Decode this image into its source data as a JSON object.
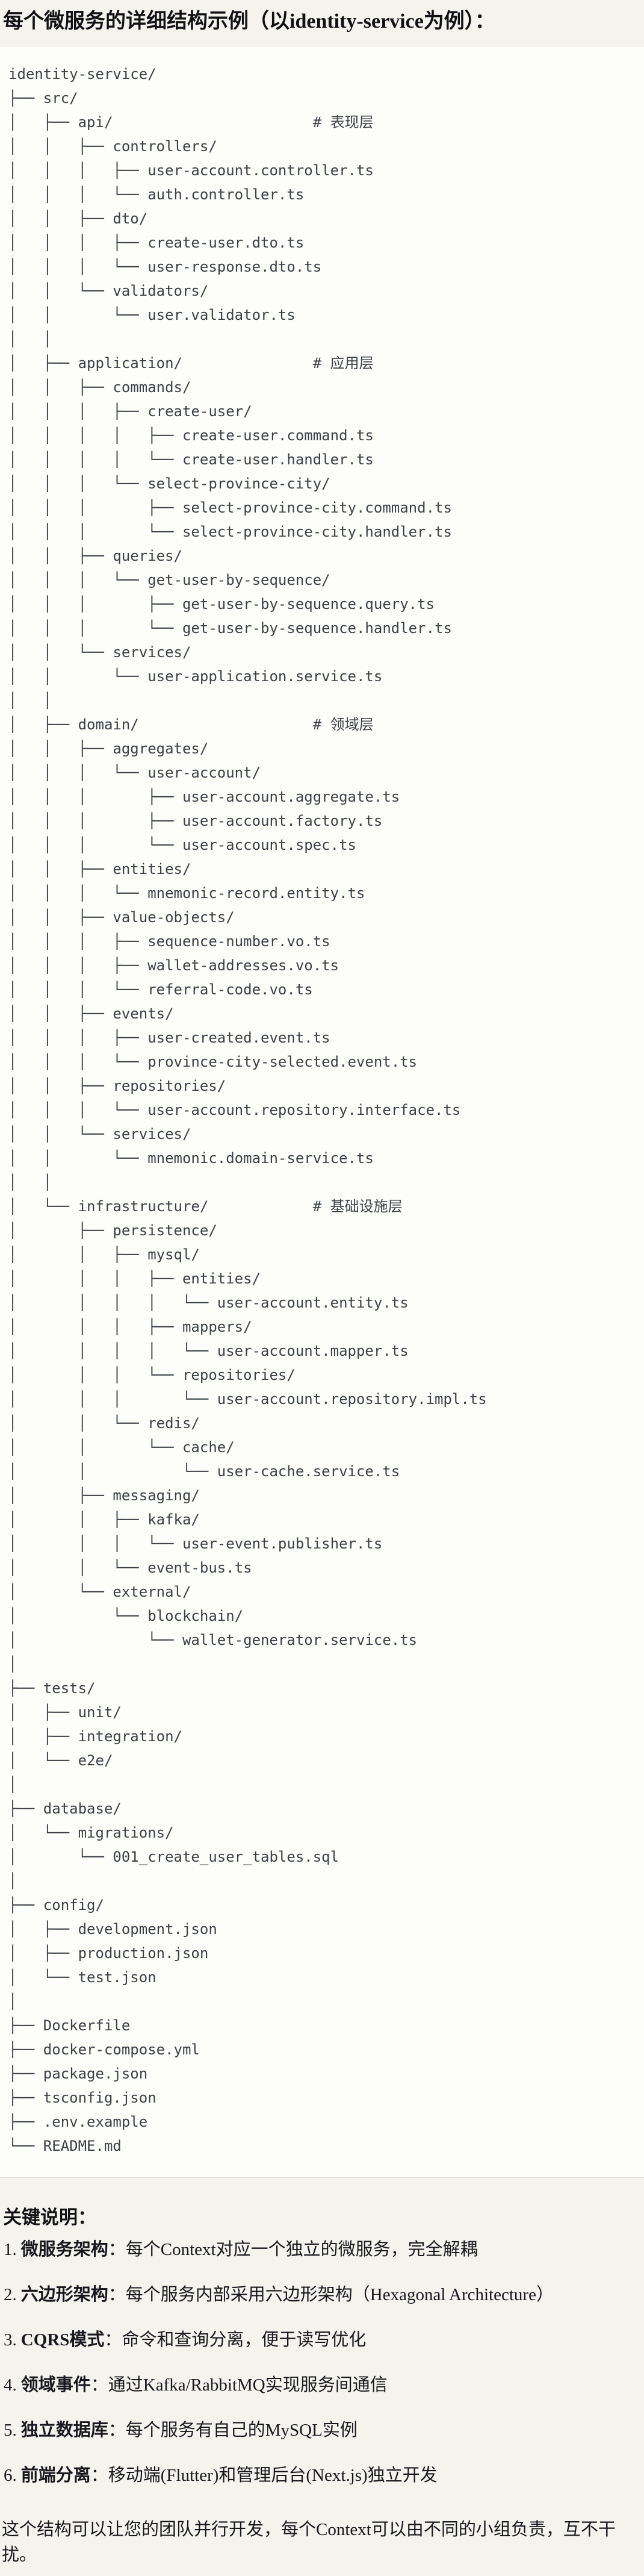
{
  "title": "每个微服务的详细结构示例（以identity-service为例）：",
  "tree": {
    "lines": [
      "identity-service/",
      "├── src/",
      "│   ├── api/                       # 表现层",
      "│   │   ├── controllers/",
      "│   │   │   ├── user-account.controller.ts",
      "│   │   │   └── auth.controller.ts",
      "│   │   ├── dto/",
      "│   │   │   ├── create-user.dto.ts",
      "│   │   │   └── user-response.dto.ts",
      "│   │   └── validators/",
      "│   │       └── user.validator.ts",
      "│   │",
      "│   ├── application/               # 应用层",
      "│   │   ├── commands/",
      "│   │   │   ├── create-user/",
      "│   │   │   │   ├── create-user.command.ts",
      "│   │   │   │   └── create-user.handler.ts",
      "│   │   │   └── select-province-city/",
      "│   │   │       ├── select-province-city.command.ts",
      "│   │   │       └── select-province-city.handler.ts",
      "│   │   ├── queries/",
      "│   │   │   └── get-user-by-sequence/",
      "│   │   │       ├── get-user-by-sequence.query.ts",
      "│   │   │       └── get-user-by-sequence.handler.ts",
      "│   │   └── services/",
      "│   │       └── user-application.service.ts",
      "│   │",
      "│   ├── domain/                    # 领域层",
      "│   │   ├── aggregates/",
      "│   │   │   └── user-account/",
      "│   │   │       ├── user-account.aggregate.ts",
      "│   │   │       ├── user-account.factory.ts",
      "│   │   │       └── user-account.spec.ts",
      "│   │   ├── entities/",
      "│   │   │   └── mnemonic-record.entity.ts",
      "│   │   ├── value-objects/",
      "│   │   │   ├── sequence-number.vo.ts",
      "│   │   │   ├── wallet-addresses.vo.ts",
      "│   │   │   └── referral-code.vo.ts",
      "│   │   ├── events/",
      "│   │   │   ├── user-created.event.ts",
      "│   │   │   └── province-city-selected.event.ts",
      "│   │   ├── repositories/",
      "│   │   │   └── user-account.repository.interface.ts",
      "│   │   └── services/",
      "│   │       └── mnemonic.domain-service.ts",
      "│   │",
      "│   └── infrastructure/            # 基础设施层",
      "│       ├── persistence/",
      "│       │   ├── mysql/",
      "│       │   │   ├── entities/",
      "│       │   │   │   └── user-account.entity.ts",
      "│       │   │   ├── mappers/",
      "│       │   │   │   └── user-account.mapper.ts",
      "│       │   │   └── repositories/",
      "│       │   │       └── user-account.repository.impl.ts",
      "│       │   └── redis/",
      "│       │       └── cache/",
      "│       │           └── user-cache.service.ts",
      "│       ├── messaging/",
      "│       │   ├── kafka/",
      "│       │   │   └── user-event.publisher.ts",
      "│       │   └── event-bus.ts",
      "│       └── external/",
      "│           └── blockchain/",
      "│               └── wallet-generator.service.ts",
      "│",
      "├── tests/",
      "│   ├── unit/",
      "│   ├── integration/",
      "│   └── e2e/",
      "│",
      "├── database/",
      "│   └── migrations/",
      "│       └── 001_create_user_tables.sql",
      "│",
      "├── config/",
      "│   ├── development.json",
      "│   ├── production.json",
      "│   └── test.json",
      "│",
      "├── Dockerfile",
      "├── docker-compose.yml",
      "├── package.json",
      "├── tsconfig.json",
      "├── .env.example",
      "└── README.md"
    ]
  },
  "notes": {
    "heading": "关键说明：",
    "items": [
      {
        "num": "1.",
        "term": "微服务架构",
        "desc": "：每个Context对应一个独立的微服务，完全解耦"
      },
      {
        "num": "2.",
        "term": "六边形架构",
        "desc": "：每个服务内部采用六边形架构（Hexagonal Architecture）"
      },
      {
        "num": "3.",
        "term": "CQRS模式",
        "desc": "：命令和查询分离，便于读写优化"
      },
      {
        "num": "4.",
        "term": "领域事件",
        "desc": "：通过Kafka/RabbitMQ实现服务间通信"
      },
      {
        "num": "5.",
        "term": "独立数据库",
        "desc": "：每个服务有自己的MySQL实例"
      },
      {
        "num": "6.",
        "term": "前端分离",
        "desc": "：移动端(Flutter)和管理后台(Next.js)独立开发"
      }
    ],
    "footer": "这个结构可以让您的团队并行开发，每个Context可以由不同的小组负责，互不干扰。"
  },
  "colors": {
    "page_background": "#f5f3ee",
    "code_background": "#fdfdfa",
    "code_border": "#e1dfd6",
    "tree_text": "#3c4147",
    "body_text": "#16181d"
  }
}
